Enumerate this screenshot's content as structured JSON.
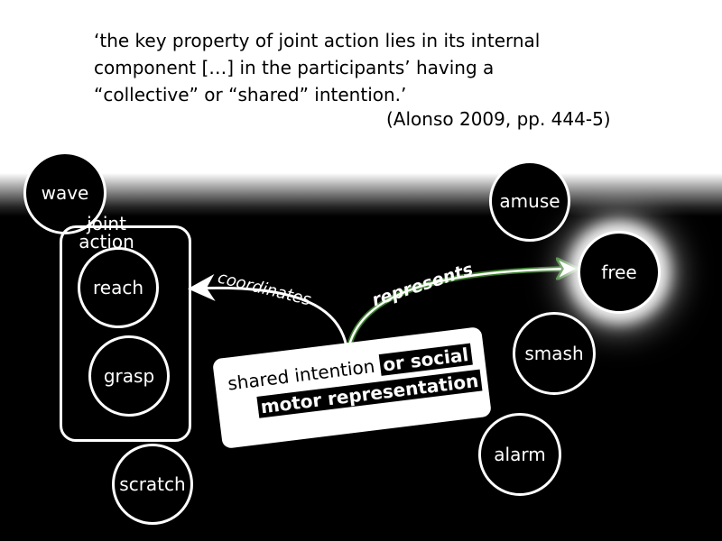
{
  "quote": {
    "lines": [
      "‘the key property of joint action lies in its internal",
      "component […] in the participants’ having a",
      "“collective” or “shared” intention.’"
    ],
    "citation": "(Alonso 2009, pp. 444-5)"
  },
  "nodes": {
    "wave": "wave",
    "reach": "reach",
    "grasp": "grasp",
    "scratch": "scratch",
    "amuse": "amuse",
    "free": "free",
    "smash": "smash",
    "alarm": "alarm"
  },
  "group": {
    "label_line1": "joint",
    "label_line2": "action"
  },
  "shared_intention": {
    "plain": "shared intention ",
    "highlight1": "or social",
    "highlight2": "motor representation"
  },
  "edges": {
    "coordinates": "coordinates",
    "represents": "represents"
  },
  "colors": {
    "represents_arrow": "#3a7d2c",
    "background": "#000000",
    "header": "#ffffff"
  }
}
